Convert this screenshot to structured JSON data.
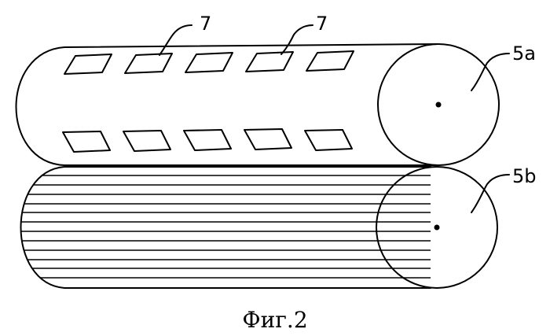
{
  "figure": {
    "caption": "Фиг.2",
    "labels": {
      "opening_left": "7",
      "opening_right": "7",
      "roller_top": "5a",
      "roller_bottom": "5b"
    }
  }
}
